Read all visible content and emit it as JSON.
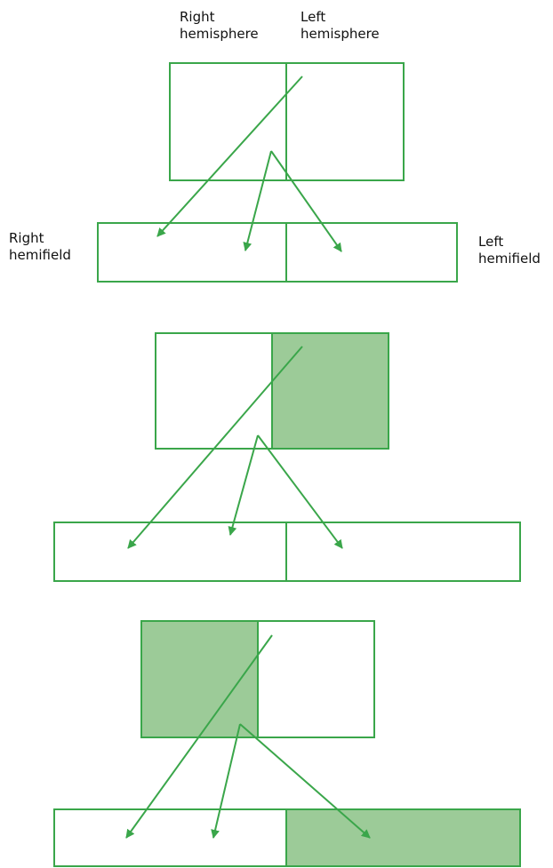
{
  "labels": {
    "right_hemisphere": [
      "Right",
      "hemisphere"
    ],
    "left_hemisphere": [
      "Left",
      "hemisphere"
    ],
    "right_hemifield": [
      "Right",
      "hemifield"
    ],
    "left_hemifield": [
      "Left",
      "hemifield"
    ]
  },
  "colors": {
    "stroke": "#3aa64a",
    "fill": "#9ccb98",
    "text": "#111111"
  },
  "panels": [
    {
      "shaded_hemisphere": "none",
      "shaded_hemifield": "none",
      "arrows_to": [
        "right-hemifield-outer",
        "right-hemifield-inner",
        "left-hemifield"
      ]
    },
    {
      "shaded_hemisphere": "left",
      "shaded_hemifield": "none",
      "arrows_to": [
        "right-hemifield-outer",
        "right-hemifield-inner",
        "left-hemifield"
      ]
    },
    {
      "shaded_hemisphere": "right",
      "shaded_hemifield": "left",
      "arrows_to": [
        "right-hemifield-outer",
        "right-hemifield-inner",
        "left-hemifield"
      ]
    }
  ]
}
